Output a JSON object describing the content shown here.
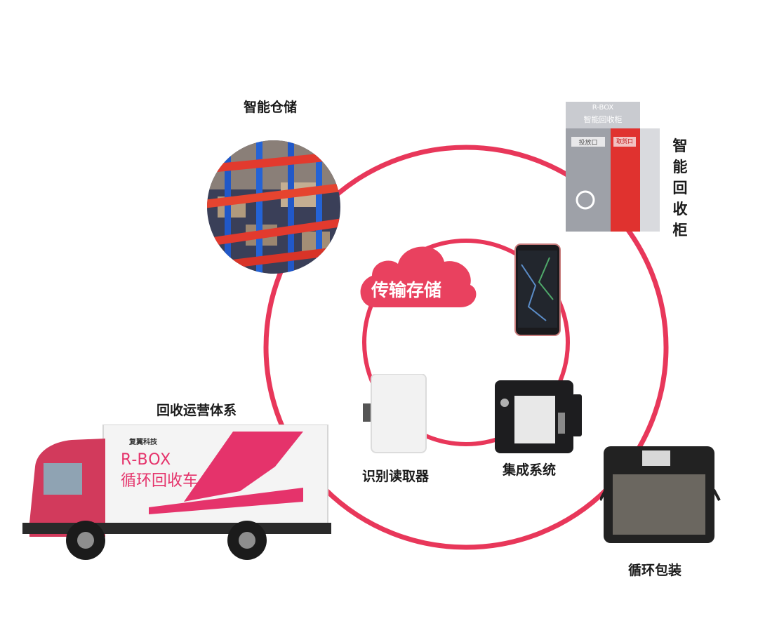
{
  "colors": {
    "accent": "#e8375a",
    "cloud": "#e9415f",
    "label": "#1a1a1a"
  },
  "labels": {
    "warehouse": "智能仓储",
    "recycle_cabinet": "智能回收柜",
    "operations": "回收运营体系",
    "reader": "识别读取器",
    "integration": "集成系统",
    "packaging": "循环包装",
    "cloud": "传输存储"
  },
  "cabinet": {
    "brand": "R-BOX",
    "title": "智能回收柜",
    "slot_left": "投放口",
    "slot_right": "取货口"
  },
  "truck": {
    "company": "复翼科技",
    "brand": "R-BOX",
    "subtitle": "循环回收车"
  },
  "icons": [
    "warehouse-photo",
    "recycle-cabinet",
    "smartphone",
    "rfid-reader",
    "integration-device",
    "reusable-bag",
    "recycle-truck",
    "cloud-icon"
  ]
}
